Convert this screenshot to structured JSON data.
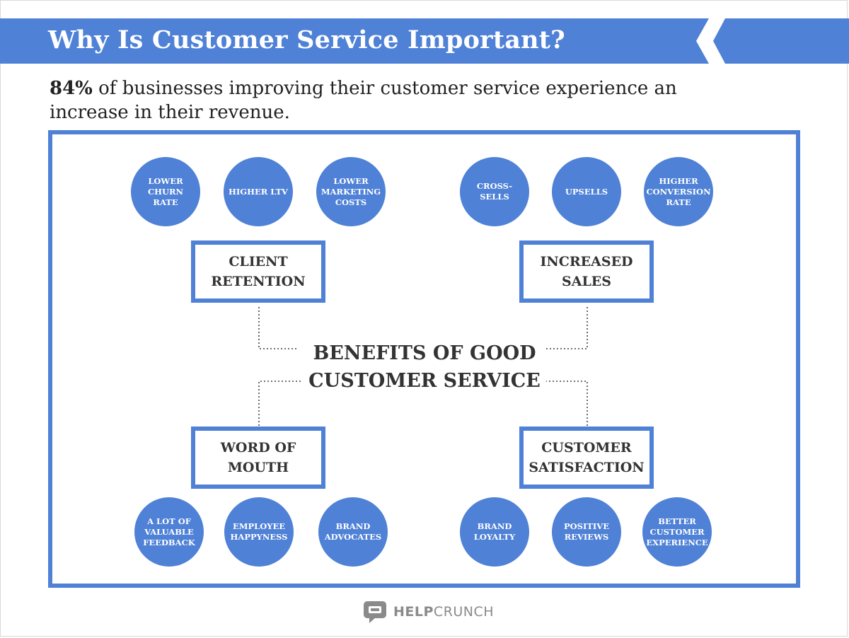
{
  "title": "Why Is Customer Service Important?",
  "subtitle": {
    "highlight": "84%",
    "rest": " of businesses improving their customer service experience an increase in their revenue."
  },
  "center_title": "BENEFITS OF GOOD CUSTOMER SERVICE",
  "groups": {
    "client_retention": {
      "label": "CLIENT RETENTION",
      "items": [
        "LOWER CHURN RATE",
        "HIGHER LTV",
        "LOWER MARKETING COSTS"
      ]
    },
    "increased_sales": {
      "label": "INCREASED SALES",
      "items": [
        "CROSS-SELLS",
        "UPSELLS",
        "HIGHER CONVERSION RATE"
      ]
    },
    "word_of_mouth": {
      "label": "WORD OF MOUTH",
      "items": [
        "A LOT OF VALUABLE FEEDBACK",
        "EMPLOYEE HAPPYNESS",
        "BRAND ADVOCATES"
      ]
    },
    "customer_satisfaction": {
      "label": "CUSTOMER SATISFACTION",
      "items": [
        "BRAND LOYALTY",
        "POSITIVE REVIEWS",
        "BETTER CUSTOMER EXPERIENCE"
      ]
    }
  },
  "logo": {
    "part1": "HELP",
    "part2": "CRUNCH"
  },
  "colors": {
    "accent": "#4f81d6",
    "text": "#333333",
    "logo": "#8a8a8a"
  }
}
